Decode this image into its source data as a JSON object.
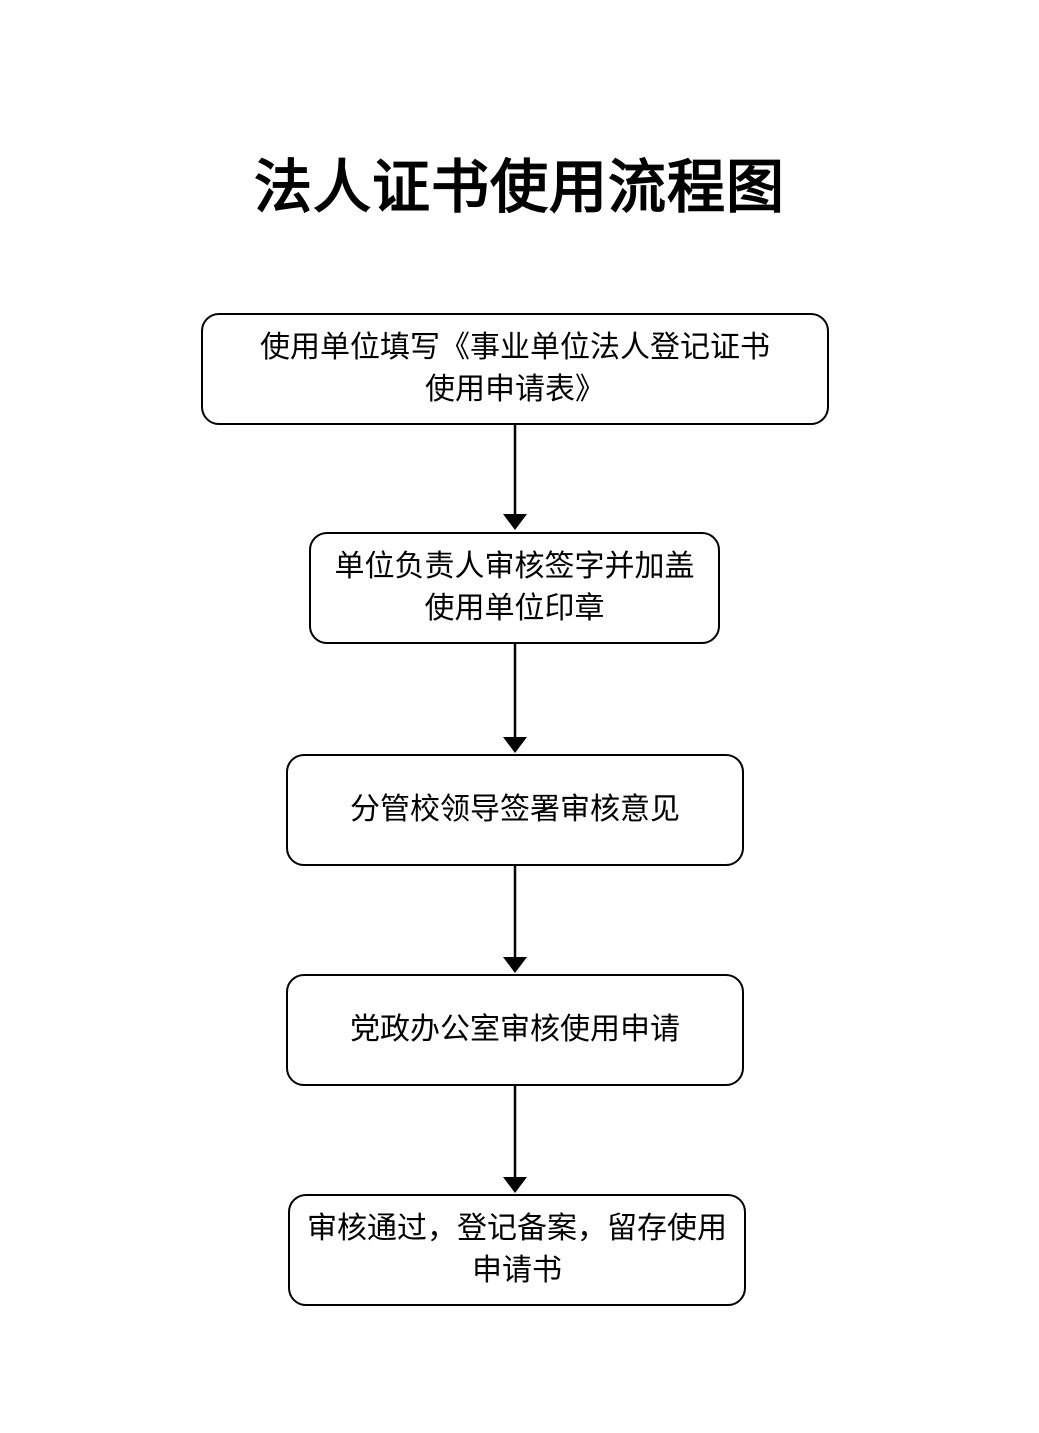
{
  "title": "法人证书使用流程图",
  "steps": [
    {
      "text": "使用单位填写《事业单位法人登记证书\n使用申请表》"
    },
    {
      "text": "单位负责人审核签字并加盖\n使用单位印章"
    },
    {
      "text": "分管校领导签署审核意见"
    },
    {
      "text": "党政办公室审核使用申请"
    },
    {
      "text": "审核通过，登记备案，留存使用\n申请书"
    }
  ],
  "colors": {
    "stroke": "#000000",
    "background": "#ffffff"
  }
}
